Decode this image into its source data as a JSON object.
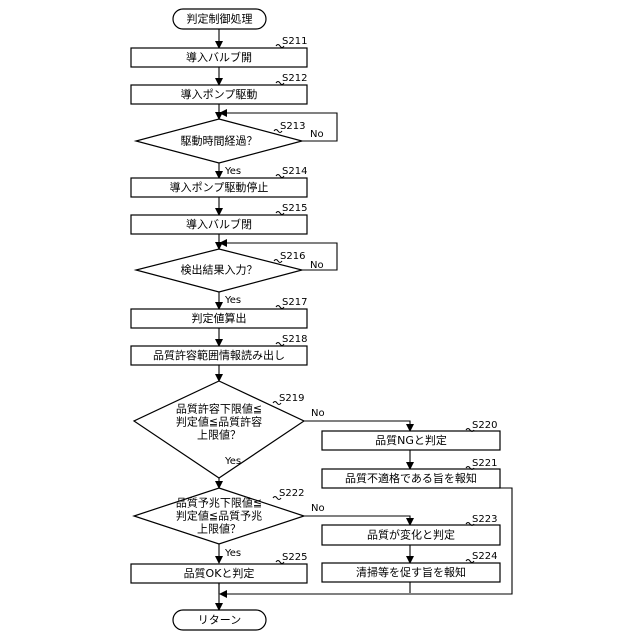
{
  "flow": {
    "start": "判定制御処理",
    "s211": {
      "step": "S211",
      "label": "導入バルブ開"
    },
    "s212": {
      "step": "S212",
      "label": "導入ポンプ駆動"
    },
    "s213": {
      "step": "S213",
      "label": "駆動時間経過？",
      "yes": "Yes",
      "no": "No"
    },
    "s214": {
      "step": "S214",
      "label": "導入ポンプ駆動停止"
    },
    "s215": {
      "step": "S215",
      "label": "導入バルブ閉"
    },
    "s216": {
      "step": "S216",
      "label": "検出結果入力？",
      "yes": "Yes",
      "no": "No"
    },
    "s217": {
      "step": "S217",
      "label": "判定値算出"
    },
    "s218": {
      "step": "S218",
      "label": "品質許容範囲情報読み出し"
    },
    "s219": {
      "step": "S219",
      "lines": [
        "品質許容下限値≦",
        "判定値≦品質許容",
        "上限値？"
      ],
      "yes": "Yes",
      "no": "No"
    },
    "s220": {
      "step": "S220",
      "label": "品質NGと判定"
    },
    "s221": {
      "step": "S221",
      "label": "品質不適格である旨を報知"
    },
    "s222": {
      "step": "S222",
      "lines": [
        "品質予兆下限値≦",
        "判定値≦品質予兆",
        "上限値？"
      ],
      "yes": "Yes",
      "no": "No"
    },
    "s223": {
      "step": "S223",
      "label": "品質が変化と判定"
    },
    "s224": {
      "step": "S224",
      "label": "清掃等を促す旨を報知"
    },
    "s225": {
      "step": "S225",
      "label": "品質OKと判定"
    },
    "end": "リターン"
  }
}
